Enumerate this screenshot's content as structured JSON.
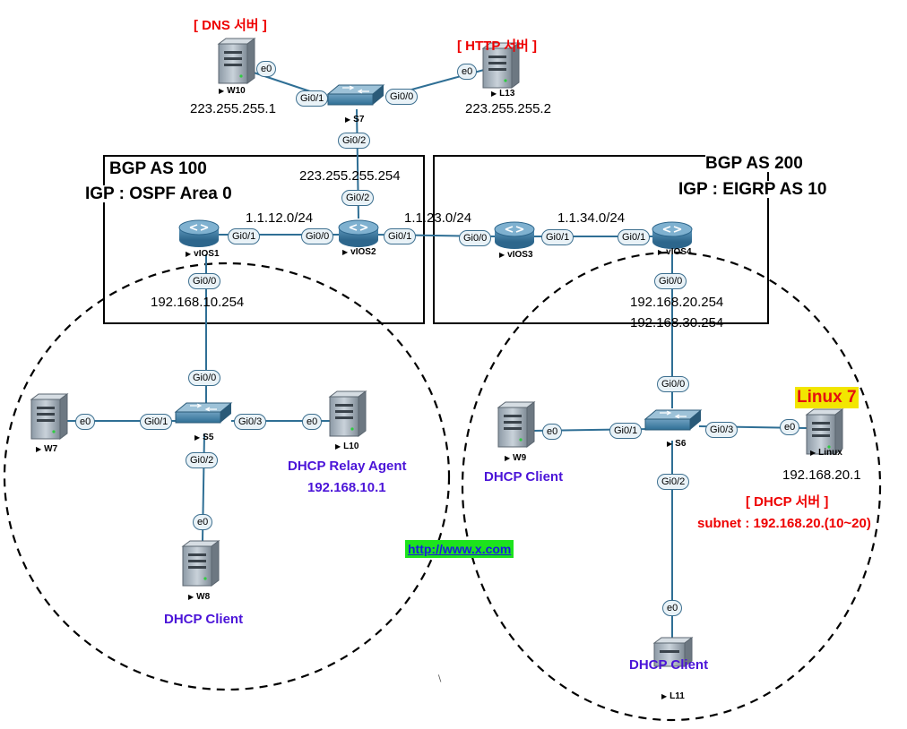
{
  "as_boxes": [
    {
      "title": "BGP AS 100",
      "igp": "IGP : OSPF Area 0"
    },
    {
      "title": "BGP AS 200",
      "igp": "IGP : EIGRP AS 10"
    }
  ],
  "devices": {
    "w10": "W10",
    "l13": "L13",
    "s7": "S7",
    "vios1": "vIOS1",
    "vios2": "vIOS2",
    "vios3": "vIOS3",
    "vios4": "vIOS4",
    "w7": "W7",
    "s5": "S5",
    "l10": "L10",
    "w8": "W8",
    "w9": "W9",
    "s6": "S6",
    "linux": "Linux",
    "l11": "L11"
  },
  "role_labels": {
    "dns_server": "[ DNS 서버 ]",
    "http_server": "[ HTTP 서버 ]",
    "dhcp_relay": "DHCP Relay Agent",
    "dhcp_server": "[ DHCP 서버 ]",
    "dhcp_subnet": "subnet : 192.168.20.(10~20)",
    "dhcp_client_w8": "DHCP Client",
    "dhcp_client_w9": "DHCP Client",
    "dhcp_client_l11": "DHCP Client",
    "linux7": "Linux 7",
    "url": "http://www.x.com"
  },
  "ip_labels": {
    "w10": "223.255.255.1",
    "l13": "223.255.255.2",
    "s7_uplink": "223.255.255.254",
    "l10": "192.168.10.1",
    "vios1_lan": "192.168.10.254",
    "vios4_lan1": "192.168.20.254",
    "vios4_lan2": "192.168.30.254",
    "linux": "192.168.20.1"
  },
  "networks": {
    "r1_r2": "1.1.12.0/24",
    "r2_r3": "1.1.23.0/24",
    "r3_r4": "1.1.34.0/24"
  },
  "ports": {
    "w10_e0": "e0",
    "s7_gi01": "Gi0/1",
    "s7_gi00": "Gi0/0",
    "l13_e0": "e0",
    "s7_gi02": "Gi0/2",
    "vios2_gi02": "Gi0/2",
    "vios1_gi01": "Gi0/1",
    "vios2_gi00": "Gi0/0",
    "vios2_gi01": "Gi0/1",
    "vios3_gi00": "Gi0/0",
    "vios3_gi01": "Gi0/1",
    "vios4_gi01": "Gi0/1",
    "vios1_gi00": "Gi0/0",
    "s5_gi00": "Gi0/0",
    "w7_e0": "e0",
    "s5_gi01": "Gi0/1",
    "s5_gi03": "Gi0/3",
    "l10_e0": "e0",
    "s5_gi02": "Gi0/2",
    "w8_e0": "e0",
    "vios4_gi00": "Gi0/0",
    "s6_gi00": "Gi0/0",
    "w9_e0": "e0",
    "s6_gi01": "Gi0/1",
    "s6_gi03": "Gi0/3",
    "linux_e0": "e0",
    "s6_gi02": "Gi0/2",
    "l11_e0": "e0"
  },
  "colors": {
    "link": "#2f6f95",
    "red_label": "#ee0000",
    "purple_label": "#4b14d8",
    "linux7_bg": "#f2e600",
    "url_bg": "#1de31d",
    "router_body": "#3d7fa6"
  },
  "icons": {
    "server": "server-tower-icon",
    "switch": "switch-icon",
    "router": "router-icon",
    "host": "host-icon"
  }
}
